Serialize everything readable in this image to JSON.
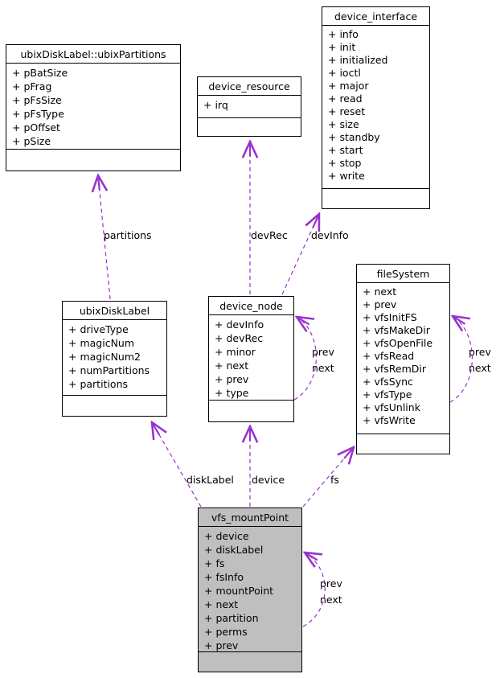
{
  "diagram": {
    "type": "uml-collaboration-graph",
    "background": "#ffffff",
    "border_color": "#000000",
    "text_color": "#000000",
    "edge_color": "#9a32cd",
    "node_fill": "#ffffff",
    "highlight_fill": "#bfbfbf"
  },
  "classes": [
    {
      "name": "ubixDiskLabel::ubixPartitions",
      "attributes": [
        "+ pBatSize",
        "+ pFrag",
        "+ pFsSize",
        "+ pFsType",
        "+ pOffset",
        "+ pSize"
      ]
    },
    {
      "name": "device_resource",
      "attributes": [
        "+ irq"
      ]
    },
    {
      "name": "device_interface",
      "attributes": [
        "+ info",
        "+ init",
        "+ initialized",
        "+ ioctl",
        "+ major",
        "+ read",
        "+ reset",
        "+ size",
        "+ standby",
        "+ start",
        "+ stop",
        "+ write"
      ]
    },
    {
      "name": "ubixDiskLabel",
      "attributes": [
        "+ driveType",
        "+ magicNum",
        "+ magicNum2",
        "+ numPartitions",
        "+ partitions"
      ]
    },
    {
      "name": "device_node",
      "attributes": [
        "+ devInfo",
        "+ devRec",
        "+ minor",
        "+ next",
        "+ prev",
        "+ type"
      ]
    },
    {
      "name": "fileSystem",
      "attributes": [
        "+ next",
        "+ prev",
        "+ vfsInitFS",
        "+ vfsMakeDir",
        "+ vfsOpenFile",
        "+ vfsRead",
        "+ vfsRemDir",
        "+ vfsSync",
        "+ vfsType",
        "+ vfsUnlink",
        "+ vfsWrite"
      ]
    },
    {
      "name": "vfs_mountPoint",
      "attributes": [
        "+ device",
        "+ diskLabel",
        "+ fs",
        "+ fsInfo",
        "+ mountPoint",
        "+ next",
        "+ partition",
        "+ perms",
        "+ prev"
      ]
    }
  ],
  "edge_labels": {
    "partitions": "partitions",
    "devRec": "devRec",
    "devInfo": "devInfo",
    "diskLabel": "diskLabel",
    "device": "device",
    "fs": "fs",
    "device_node_loop": {
      "prev": "prev",
      "next": "next"
    },
    "fileSystem_loop": {
      "prev": "prev",
      "next": "next"
    },
    "vfs_mountPoint_loop": {
      "prev": "prev",
      "next": "next"
    }
  }
}
